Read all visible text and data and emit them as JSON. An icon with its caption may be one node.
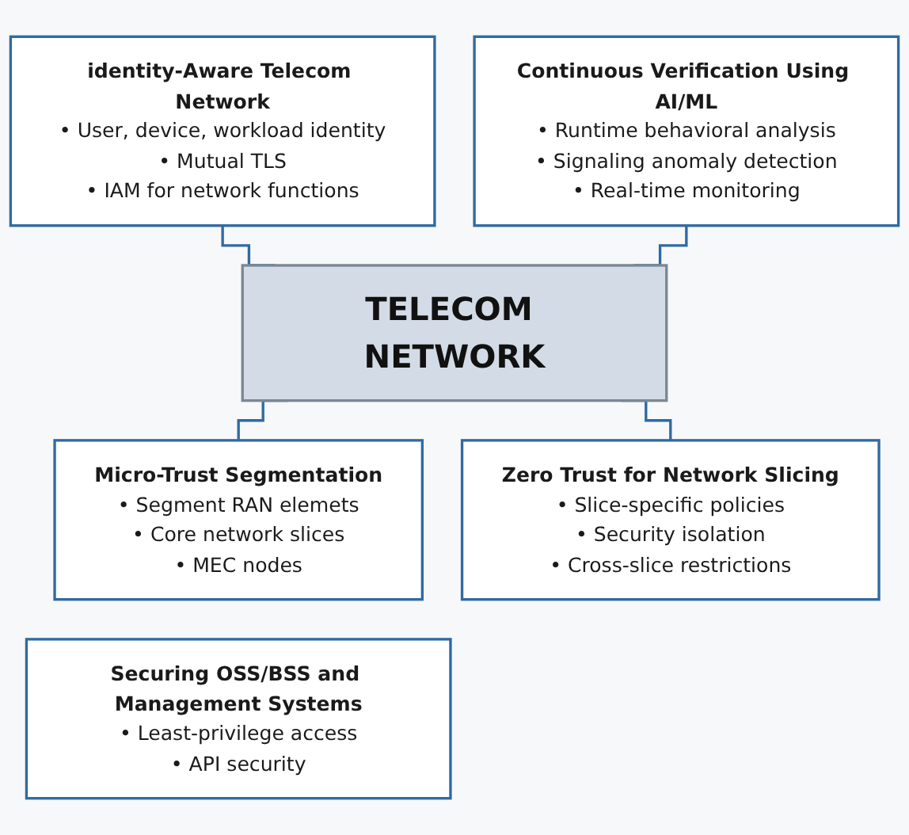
{
  "diagram": {
    "nodes": [
      {
        "text": [
          "identity-Aware Telecom Network",
          "• User, device, workload identity",
          "• Mutual TLS",
          "• IAM for network functions"
        ]
      },
      {
        "text": [
          "Continuous Verification Using AI/ML",
          "• Runtime behavioral analysis",
          "• Signaling anomaly detection",
          "• Real-time monitoring"
        ]
      },
      {
        "text": [
          "TELECOM NETWORK"
        ]
      },
      {
        "text": [
          "Micro-Trust Segmentation",
          "• Segment RAN elemets",
          "• Core network slices",
          "• MEC nodes"
        ]
      },
      {
        "text": [
          "Zero Trust for Network Slicing",
          "• Slice-specific policies",
          "• Security isolation",
          "• Cross-slice restrictions"
        ]
      },
      {
        "text": [
          "Securing OSS/BSS and Management Systems",
          "• Least-privilege access",
          "• API security"
        ]
      }
    ],
    "edges": [
      {
        "from": 0,
        "to": 2,
        "arrow": "none"
      },
      {
        "from": 1,
        "to": 2,
        "arrow": "none"
      },
      {
        "from": 2,
        "to": 3,
        "arrow": "none"
      },
      {
        "from": 2,
        "to": 4,
        "arrow": "none"
      }
    ]
  }
}
